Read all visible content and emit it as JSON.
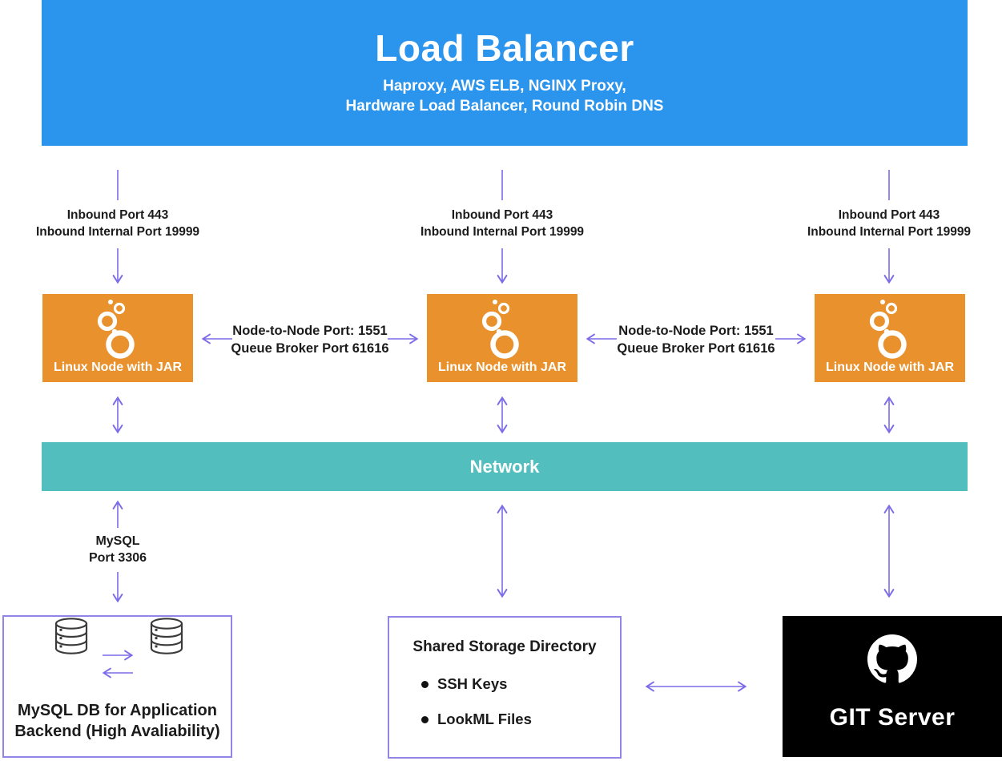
{
  "colors": {
    "load_balancer_blue": "#2b94ec",
    "node_orange": "#e8912d",
    "network_teal": "#52bebe",
    "arrow_purple": "#7c6be8",
    "box_border_purple": "#9186e8",
    "git_black": "#000000",
    "text_dark": "#1b1b1b"
  },
  "load_balancer": {
    "title": "Load Balancer",
    "subtitle_line1": "Haproxy, AWS ELB, NGINX Proxy,",
    "subtitle_line2": "Hardware Load Balancer, Round Robin DNS"
  },
  "inbound_links": [
    {
      "line1": "Inbound Port 443",
      "line2": "Inbound Internal Port 19999"
    },
    {
      "line1": "Inbound Port 443",
      "line2": "Inbound Internal Port 19999"
    },
    {
      "line1": "Inbound Port 443",
      "line2": "Inbound Internal Port 19999"
    }
  ],
  "nodes": [
    {
      "label": "Linux Node with JAR"
    },
    {
      "label": "Linux Node with JAR"
    },
    {
      "label": "Linux Node with JAR"
    }
  ],
  "node_links": [
    {
      "line1": "Node-to-Node Port: 1551",
      "line2": "Queue Broker Port 61616"
    },
    {
      "line1": "Node-to-Node Port: 1551",
      "line2": "Queue Broker Port 61616"
    }
  ],
  "network": {
    "label": "Network"
  },
  "mysql_link": {
    "line1": "MySQL",
    "line2": "Port 3306"
  },
  "mysql_db": {
    "line1": "MySQL DB for Application",
    "line2": "Backend (High Avaliability)"
  },
  "shared_storage": {
    "title": "Shared Storage Directory",
    "items": [
      "SSH Keys",
      "LookML Files"
    ]
  },
  "git_server": {
    "label": "GIT Server"
  }
}
